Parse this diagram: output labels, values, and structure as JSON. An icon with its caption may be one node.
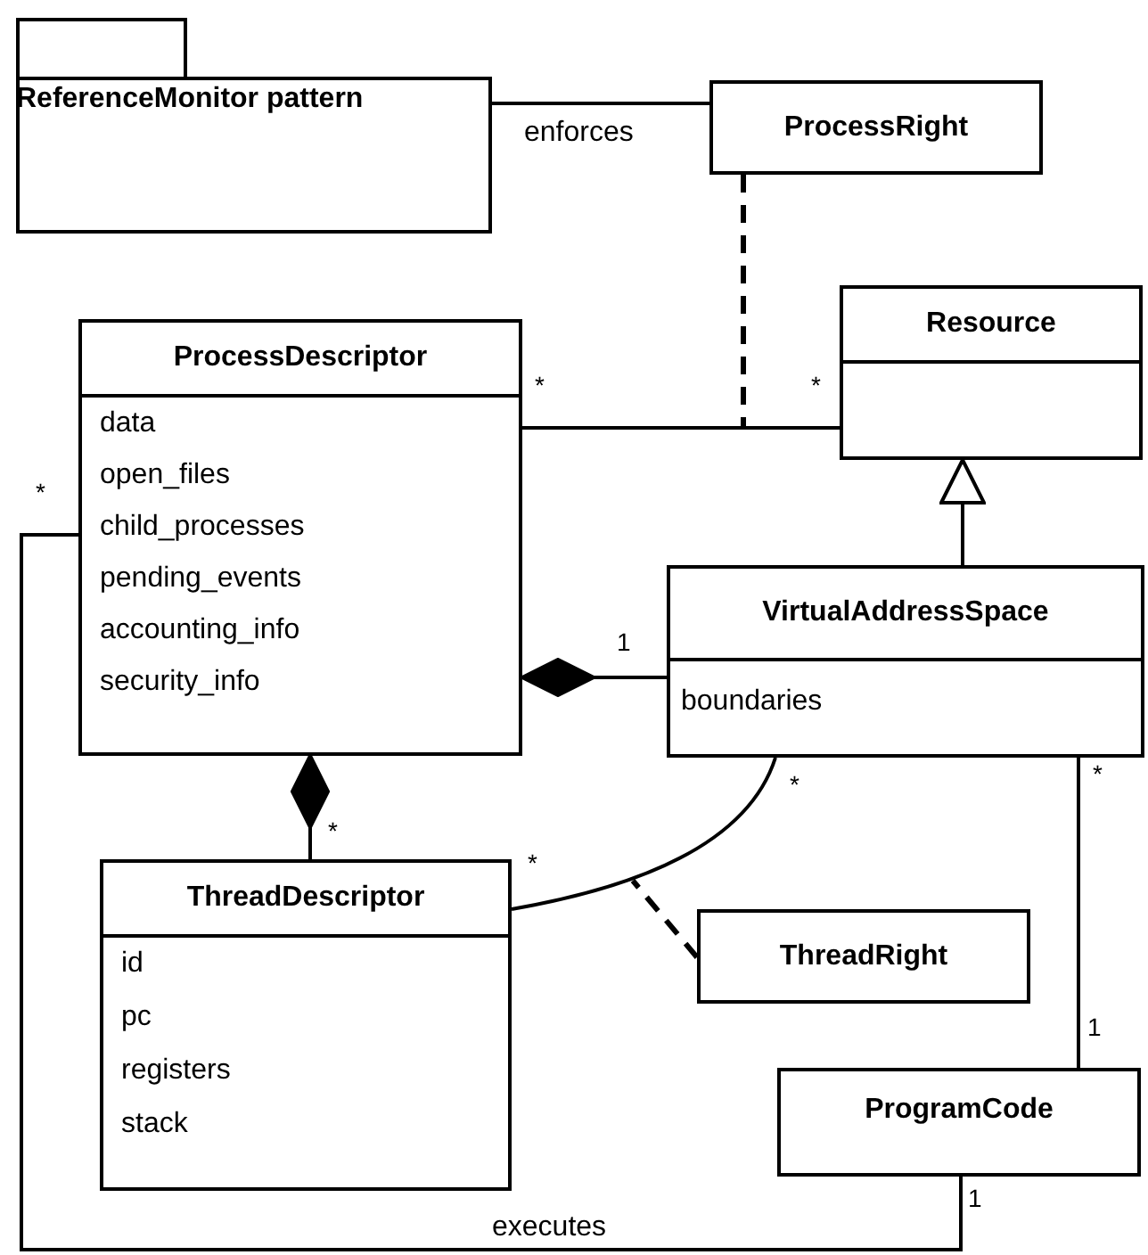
{
  "diagram": {
    "nodes": [
      {
        "text": [
          "ReferenceMonitor pattern"
        ]
      },
      {
        "text": [
          "ProcessRight"
        ]
      },
      {
        "text": [
          "ProcessDescriptor",
          "data",
          "open_files",
          "child_processes",
          "pending_events",
          "accounting_info",
          "security_info"
        ]
      },
      {
        "text": [
          "Resource"
        ]
      },
      {
        "text": [
          "VirtualAddressSpace",
          "boundaries"
        ]
      },
      {
        "text": [
          "ThreadDescriptor",
          "id",
          "pc",
          "registers",
          "stack"
        ]
      },
      {
        "text": [
          "ThreadRight"
        ]
      },
      {
        "text": [
          "ProgramCode"
        ]
      }
    ],
    "edges": [
      {
        "from": 0,
        "to": 1,
        "arrow": "none",
        "label": "enforces"
      },
      {
        "from": 2,
        "to": 3,
        "arrow": "none"
      },
      {
        "from": 1,
        "to": null,
        "arrow": "none",
        "style": "dashed"
      },
      {
        "from": 4,
        "to": 3,
        "arrow": "to"
      },
      {
        "from": 2,
        "to": 4,
        "arrow": "other"
      },
      {
        "from": 2,
        "to": 5,
        "arrow": "other"
      },
      {
        "from": 5,
        "to": 4,
        "arrow": "none"
      },
      {
        "from": 6,
        "to": null,
        "arrow": "none",
        "style": "dashed"
      },
      {
        "from": 4,
        "to": 7,
        "arrow": "none"
      },
      {
        "from": 2,
        "to": 7,
        "arrow": "none",
        "label": "executes"
      }
    ],
    "labels": [
      "*",
      "*",
      "*",
      "1",
      "*",
      "*",
      "*",
      "*",
      "1",
      "1"
    ]
  }
}
